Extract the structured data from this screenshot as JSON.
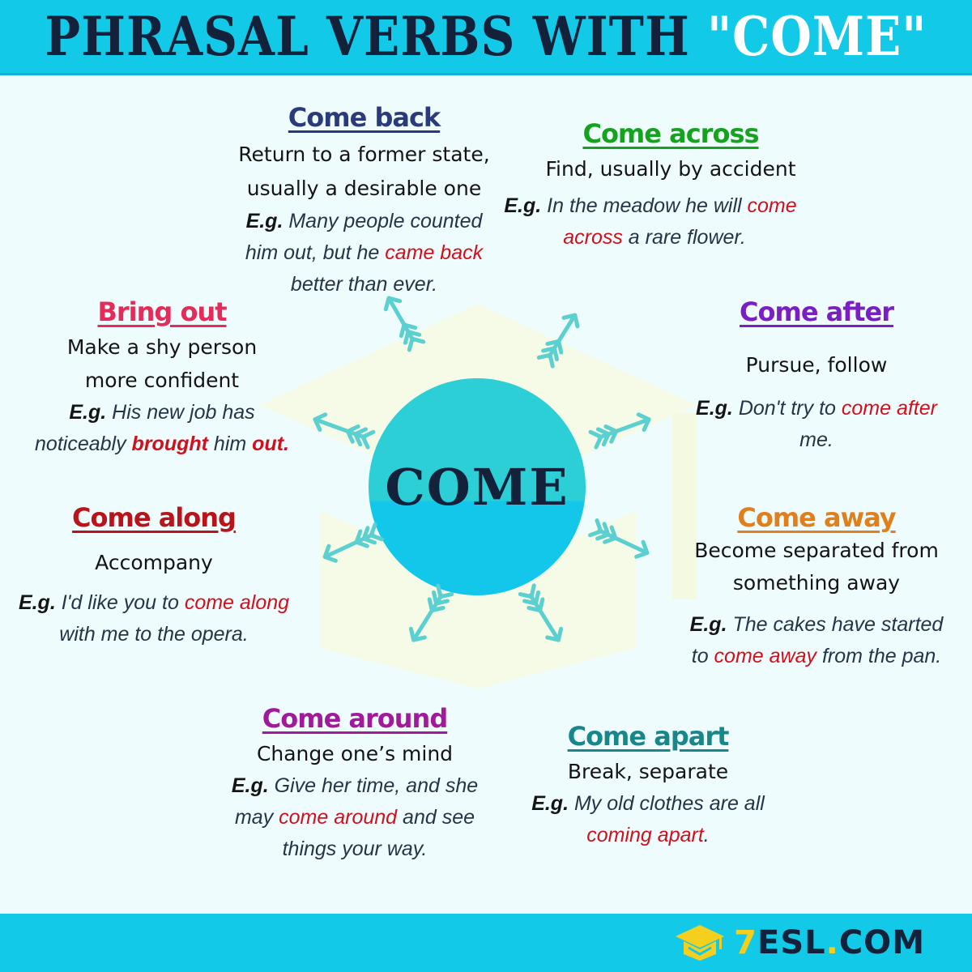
{
  "header": {
    "title_main": "PHRASAL VERBS WITH ",
    "title_highlight": "\"COME\""
  },
  "hub": {
    "label": "COME"
  },
  "colors": {
    "header_bg": "#12c9e8",
    "page_bg": "#effcfd",
    "hub_top": "#2ccfd6",
    "hub_bottom": "#12c7ea",
    "arrow": "#5ccfd0",
    "highlight_red": "#d0101c",
    "logo_yellow": "#f5cf1d"
  },
  "verbs": [
    {
      "id": "come-back",
      "title": "Come back",
      "color": "#2a3a7a",
      "definition": [
        "Return to a former state,",
        "usually a desirable one"
      ],
      "example": {
        "prefix": "E.g.",
        "lines": [
          [
            {
              "t": " Many people counted",
              "r": false
            }
          ],
          [
            {
              "t": "him out, but he ",
              "r": false
            },
            {
              "t": "came back",
              "r": true
            }
          ],
          [
            {
              "t": "better than ever.",
              "r": false
            }
          ]
        ]
      }
    },
    {
      "id": "come-across",
      "title": "Come across",
      "color": "#15a31d",
      "definition": [
        "Find, usually by accident"
      ],
      "example": {
        "prefix": "E.g.",
        "lines": [
          [
            {
              "t": " In the meadow he will ",
              "r": false
            },
            {
              "t": "come",
              "r": true
            }
          ],
          [
            {
              "t": "across",
              "r": true
            },
            {
              "t": " a rare flower.",
              "r": false
            }
          ]
        ]
      }
    },
    {
      "id": "bring-out",
      "title": "Bring out",
      "color": "#e52b5a",
      "definition": [
        "Make a shy person",
        "more confident"
      ],
      "example": {
        "prefix": "E.g.",
        "lines": [
          [
            {
              "t": " His new job has",
              "r": false
            }
          ],
          [
            {
              "t": "noticeably ",
              "r": false
            },
            {
              "t": "brought",
              "r": true
            },
            {
              "t": " him ",
              "r": false
            },
            {
              "t": "out.",
              "r": true
            }
          ]
        ]
      }
    },
    {
      "id": "come-after",
      "title": "Come after",
      "color": "#7a1fc4",
      "definition": [
        "Pursue, follow"
      ],
      "example": {
        "prefix": "E.g.",
        "lines": [
          [
            {
              "t": " Don't try to ",
              "r": false
            },
            {
              "t": "come after",
              "r": true
            }
          ],
          [
            {
              "t": "me.",
              "r": false
            }
          ]
        ]
      }
    },
    {
      "id": "come-along",
      "title": "Come along",
      "color": "#b8141a",
      "definition": [
        "Accompany"
      ],
      "example": {
        "prefix": "E.g.",
        "lines": [
          [
            {
              "t": " I'd like you to ",
              "r": false
            },
            {
              "t": "come along",
              "r": true
            }
          ],
          [
            {
              "t": "with me to the opera.",
              "r": false
            }
          ]
        ]
      }
    },
    {
      "id": "come-away",
      "title": "Come away",
      "color": "#e0801c",
      "definition": [
        "Become separated from",
        "something away"
      ],
      "example": {
        "prefix": "E.g.",
        "lines": [
          [
            {
              "t": " The cakes have started",
              "r": false
            }
          ],
          [
            {
              "t": "to ",
              "r": false
            },
            {
              "t": "come away",
              "r": true
            },
            {
              "t": " from the pan.",
              "r": false
            }
          ]
        ]
      }
    },
    {
      "id": "come-around",
      "title": "Come around",
      "color": "#a21a9c",
      "definition": [
        "Change one’s mind"
      ],
      "example": {
        "prefix": "E.g.",
        "lines": [
          [
            {
              "t": " Give her time, and she",
              "r": false
            }
          ],
          [
            {
              "t": "may ",
              "r": false
            },
            {
              "t": "come around",
              "r": true
            },
            {
              "t": " and see",
              "r": false
            }
          ],
          [
            {
              "t": "things your way.",
              "r": false
            }
          ]
        ]
      }
    },
    {
      "id": "come-apart",
      "title": "Come apart",
      "color": "#18878c",
      "definition": [
        "Break, separate"
      ],
      "example": {
        "prefix": "E.g.",
        "lines": [
          [
            {
              "t": " My old clothes are all",
              "r": false
            }
          ],
          [
            {
              "t": "coming apart",
              "r": true
            },
            {
              "t": ".",
              "r": false
            }
          ]
        ]
      }
    }
  ],
  "footer": {
    "logo_seven": "7",
    "logo_text": "ESL",
    "logo_dot": ".",
    "logo_tld": "COM"
  }
}
